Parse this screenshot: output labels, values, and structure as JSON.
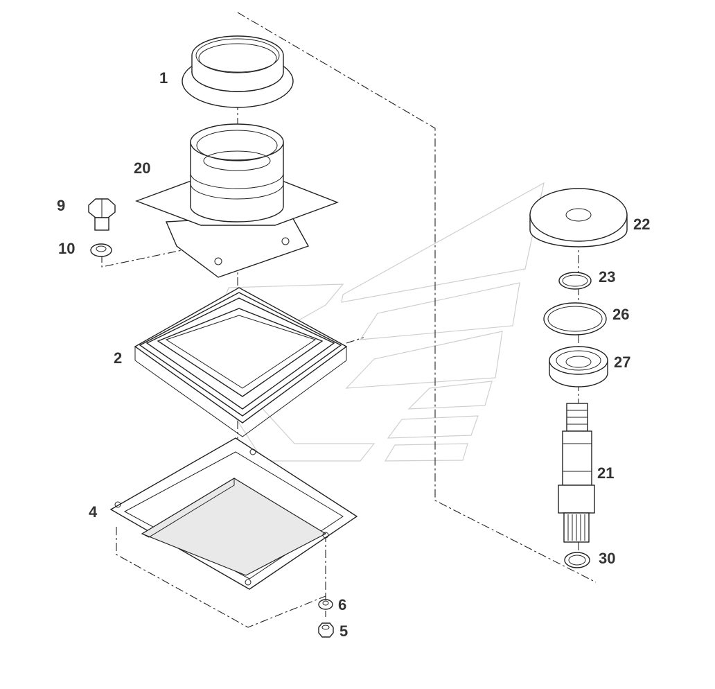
{
  "diagram": {
    "callouts": [
      {
        "id": "c1",
        "label": "1"
      },
      {
        "id": "c20",
        "label": "20"
      },
      {
        "id": "c9",
        "label": "9"
      },
      {
        "id": "c10",
        "label": "10"
      },
      {
        "id": "c2",
        "label": "2"
      },
      {
        "id": "c4",
        "label": "4"
      },
      {
        "id": "c6",
        "label": "6"
      },
      {
        "id": "c5",
        "label": "5"
      },
      {
        "id": "c22",
        "label": "22"
      },
      {
        "id": "c23",
        "label": "23"
      },
      {
        "id": "c26",
        "label": "26"
      },
      {
        "id": "c27",
        "label": "27"
      },
      {
        "id": "c21",
        "label": "21"
      },
      {
        "id": "c30",
        "label": "30"
      }
    ]
  }
}
